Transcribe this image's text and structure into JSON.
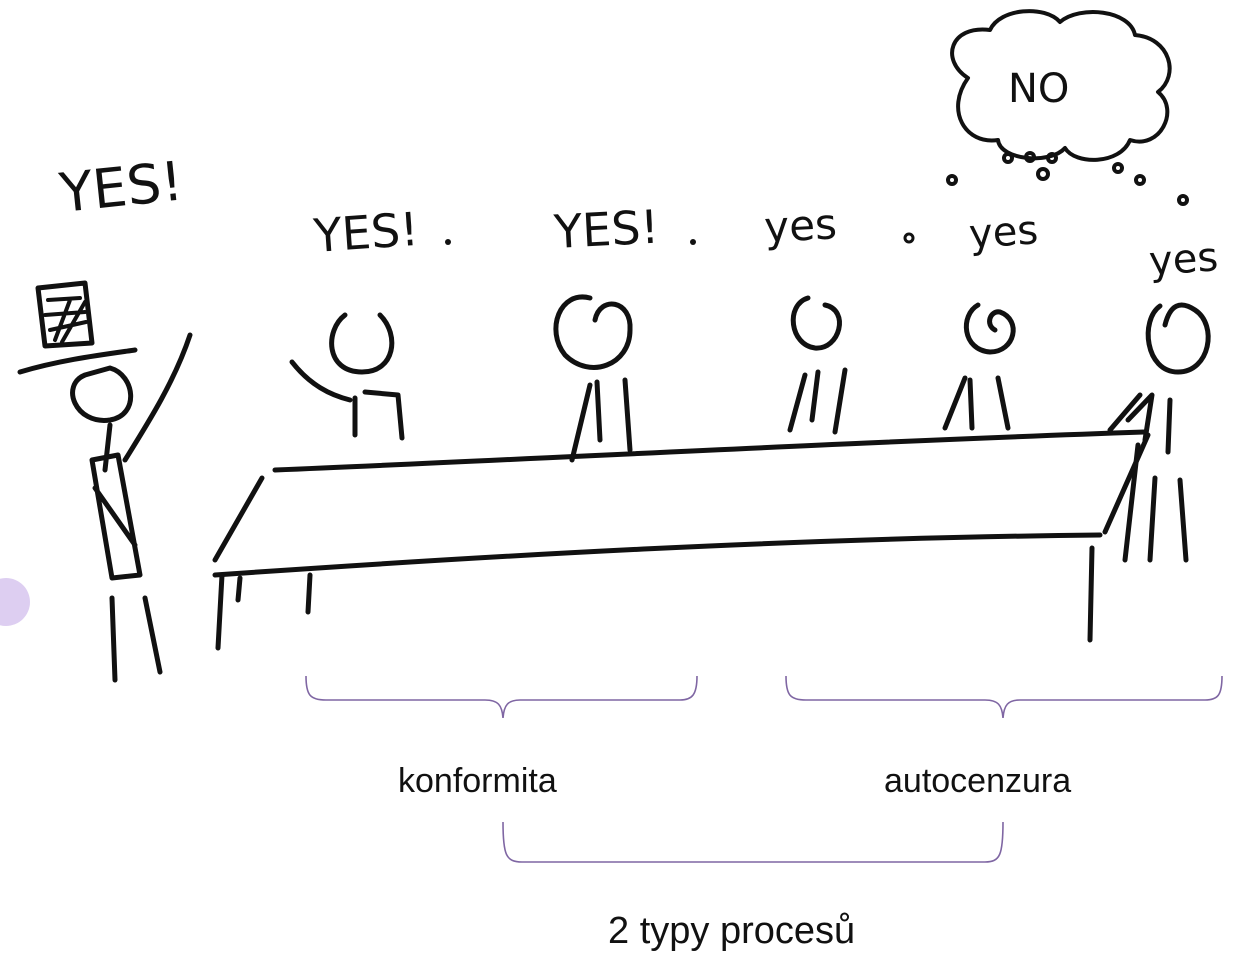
{
  "speech": {
    "leader": "YES!",
    "p1": "YES!",
    "p2": "YES!",
    "p3": "yes",
    "p4": "yes",
    "p5": "yes",
    "thought": "NO"
  },
  "labels": {
    "conformity": "konformita",
    "self_censorship": "autocenzura",
    "process_types": "2 typy procesů"
  },
  "colors": {
    "ink": "#111111",
    "brace": "#7f66a3",
    "accent": "#d9c9ef"
  }
}
